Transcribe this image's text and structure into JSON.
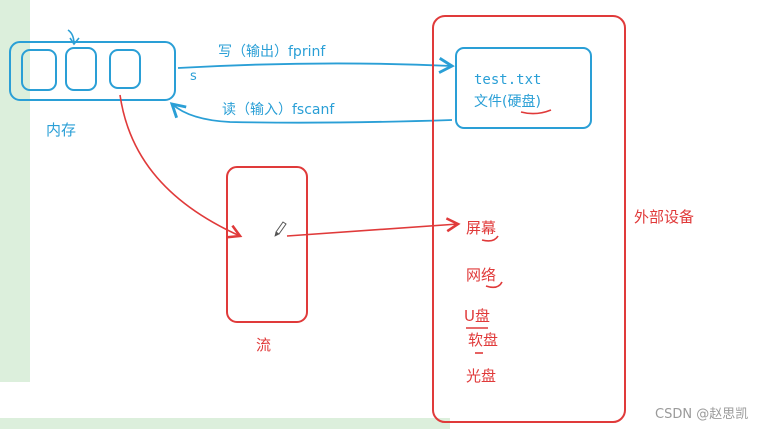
{
  "memory": {
    "label": "内存",
    "s_label": "s"
  },
  "arrows": {
    "write_label": "写（输出）fprinf",
    "read_label": "读（输入）fscanf"
  },
  "file_box": {
    "filename": "test.txt",
    "desc": "文件(硬盘)"
  },
  "stream": {
    "label": "流"
  },
  "external": {
    "title": "外部设备",
    "devices": [
      "屏幕",
      "网络",
      "U盘",
      "软盘",
      "光盘"
    ]
  },
  "watermark": "CSDN @赵思凯",
  "colors": {
    "blue": "#2a9fd6",
    "red": "#e03a3a",
    "green_strip": "#dcefdc"
  }
}
